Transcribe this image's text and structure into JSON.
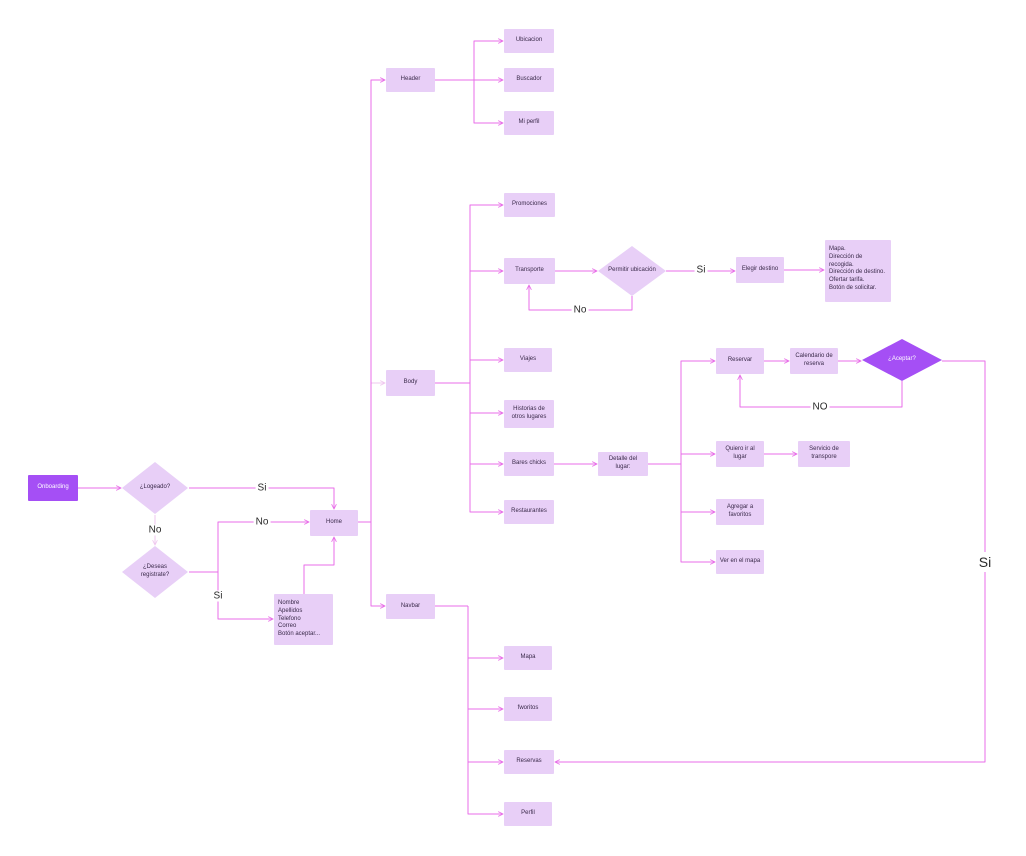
{
  "colors": {
    "node_fill": "#e8cff7",
    "accent_fill": "#a54ff5",
    "edge": "#e86ee8",
    "edge_faint": "#efc7ef"
  },
  "nodes": {
    "onboarding": "Onboarding",
    "logeado": "¿Logeado?",
    "registrate": "¿Deseas registrate?",
    "home": "Home",
    "registro_form": "Nombre\nApellidos\nTelefono\nCorreo\nBotón aceptar...",
    "header": "Header",
    "ubicacion": "Ubicacion",
    "buscador": "Buscador",
    "mi_perfil": "Mi perfil",
    "body": "Body",
    "promociones": "Promociones",
    "transporte": "Transporte",
    "permitir_ubicacion": "Permitir ubicación",
    "elegir_destino": "Elegir destino",
    "mapa_detalle": "Mapa.\nDirección de recogida.\nDirección de destino.\nOfertar tarifa.\nBotón de solicitar.",
    "viajes": "Viajes",
    "historias": "Historias de otros lugares",
    "bares_chicks": "Bares chicks",
    "detalle_lugar": "Detalle del lugar:",
    "reservar": "Reservar",
    "calendario": "Calendario de reserva",
    "aceptar": "¿Aceptar?",
    "quiero_ir": "Quiero ir al lugar",
    "servicio_transporte": "Servicio de transpore",
    "agregar_favoritos": "Agregar a favoritos",
    "ver_mapa": "Ver en el mapa",
    "restaurantes": "Restaurantes",
    "navbar": "Navbar",
    "mapa": "Mapa",
    "favoritos": "fworitos",
    "reservas": "Reservas",
    "perfil": "Perfil"
  },
  "edge_labels": {
    "logeado_si": "Si",
    "logeado_no": "No",
    "registrate_no": "No",
    "registrate_si": "Si",
    "permitir_si": "Si",
    "permitir_no": "No",
    "aceptar_no": "NO",
    "aceptar_si": "Si"
  }
}
